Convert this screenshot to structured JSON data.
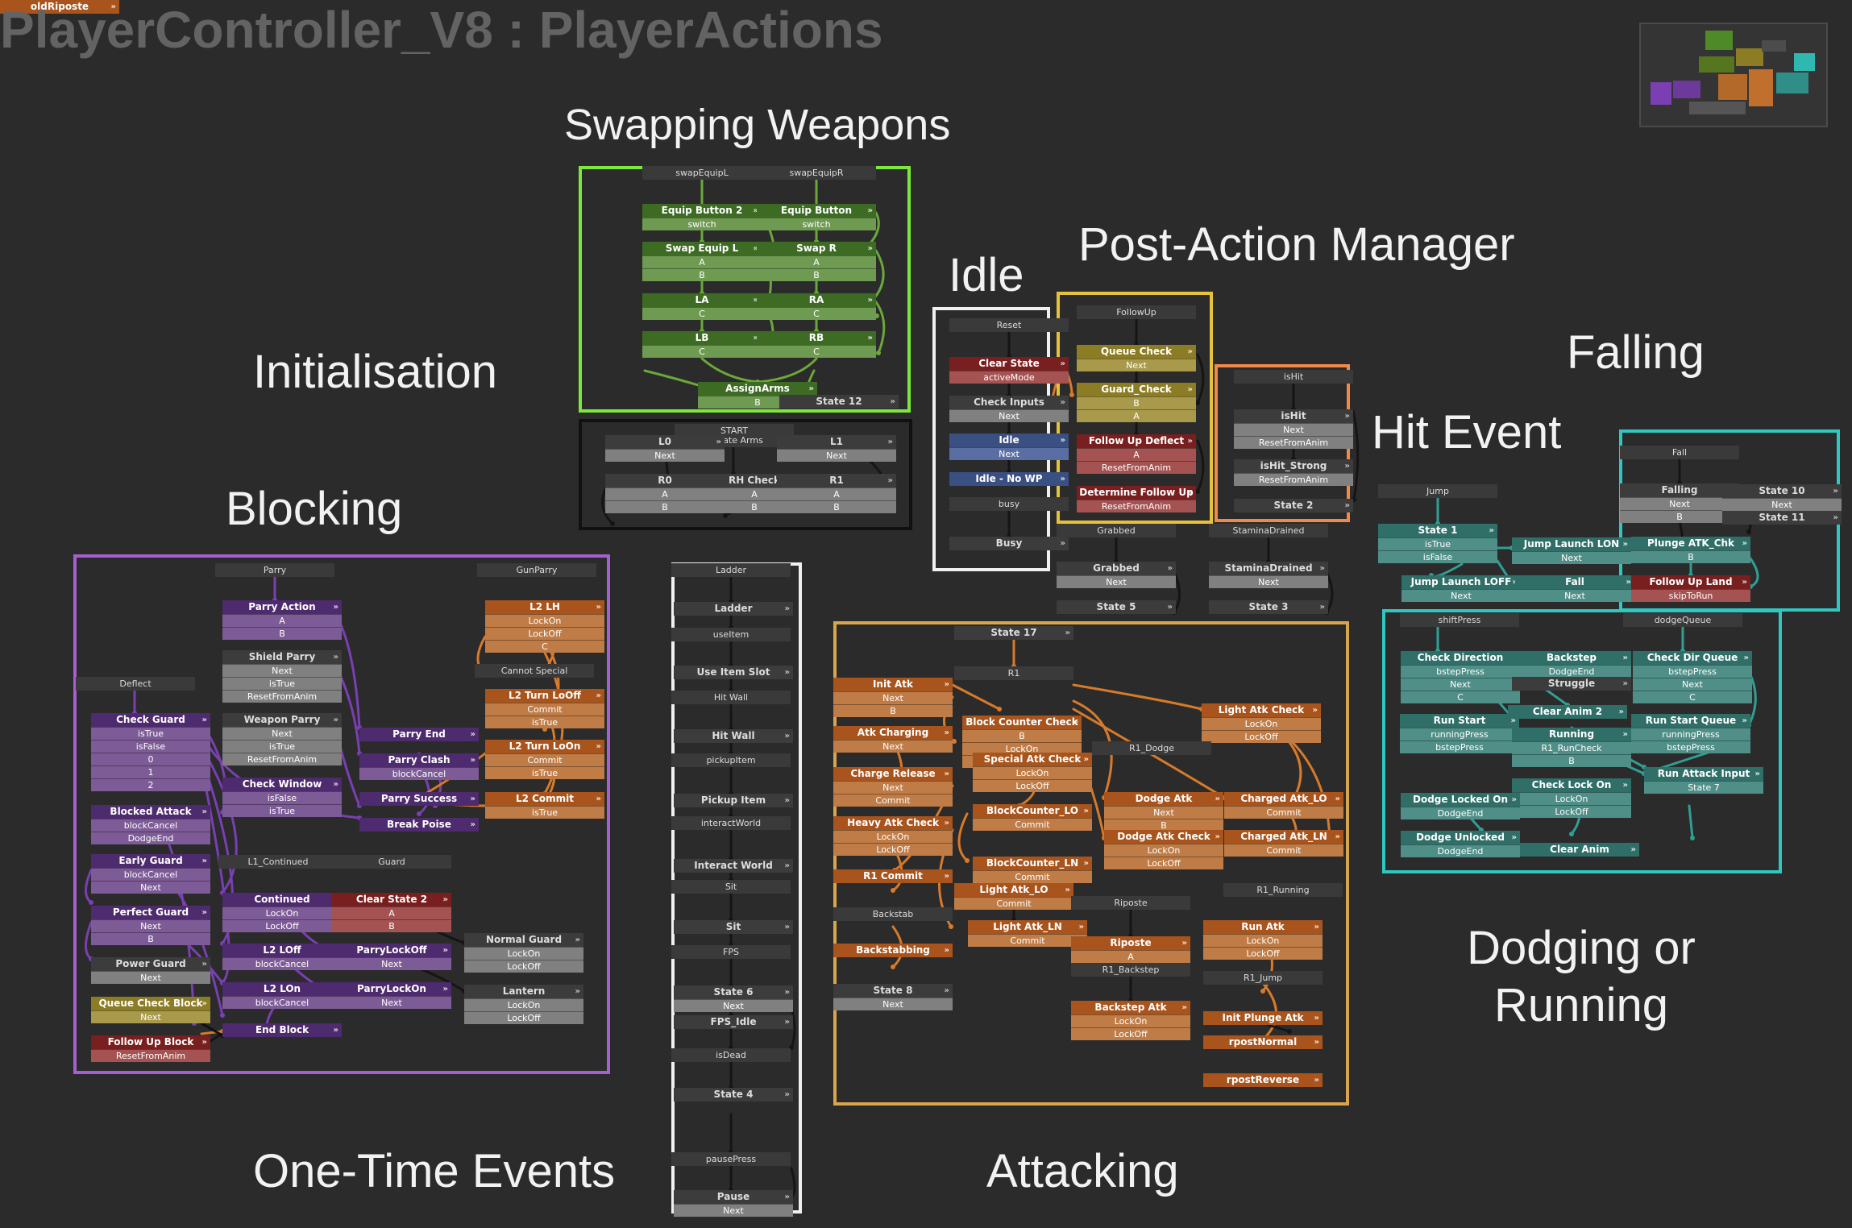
{
  "graph_title": "PlayerController_V8 : PlayerActions",
  "sections": {
    "swapping": "Swapping Weapons",
    "idle": "Idle",
    "post_action": "Post-Action Manager",
    "initialisation": "Initialisation",
    "falling": "Falling",
    "hit_event": "Hit Event",
    "blocking": "Blocking",
    "dodging": "Dodging or Running",
    "one_time": "One-Time Events",
    "attacking": "Attacking"
  },
  "colors": {
    "green": "#7ce83a",
    "yellow": "#e5c23c",
    "orange": "#ef8a4a",
    "purple": "#a65fd1",
    "teal": "#2fc8c1",
    "white": "#f0f0f0",
    "black": "#111111",
    "attack": "#d8a54c",
    "wire_green": "#6aa83a",
    "wire_orange": "#d77a2a",
    "wire_purple": "#7a3fb2",
    "wire_teal": "#2f9f94",
    "wire_black": "#151515"
  },
  "groups": {
    "swapping": {
      "color": "green"
    },
    "init": {
      "color": "black"
    },
    "idle": {
      "color": "white"
    },
    "post": {
      "color": "yellow"
    },
    "hit": {
      "color": "orange"
    },
    "falling": {
      "color": "teal"
    },
    "dodging": {
      "color": "teal"
    },
    "blocking": {
      "color": "purple"
    },
    "one_time": {
      "color": "white"
    },
    "attacking": {
      "color": "attack"
    }
  },
  "nodes": [
    {
      "label": "swapEquipL",
      "rows": [],
      "color": "lab"
    },
    {
      "label": "swapEquipR",
      "rows": [],
      "color": "lab"
    },
    {
      "label": "Equip Button 2",
      "rows": [
        "switch"
      ],
      "color": "ngreen"
    },
    {
      "label": "Equip Button",
      "rows": [
        "switch"
      ],
      "color": "ngreen"
    },
    {
      "label": "Swap Equip L",
      "rows": [
        "A",
        "B"
      ],
      "color": "ngreen"
    },
    {
      "label": "Swap R",
      "rows": [
        "A",
        "B"
      ],
      "color": "ngreen"
    },
    {
      "label": "LA",
      "rows": [
        "C"
      ],
      "color": "ngreen"
    },
    {
      "label": "RA",
      "rows": [
        "C"
      ],
      "color": "ngreen"
    },
    {
      "label": "LB",
      "rows": [
        "C"
      ],
      "color": "ngreen"
    },
    {
      "label": "RB",
      "rows": [
        "C"
      ],
      "color": "ngreen"
    },
    {
      "label": "AssignArms",
      "rows": [
        "B"
      ],
      "color": "ngreen"
    },
    {
      "label": "State 12",
      "rows": [],
      "color": "gray"
    },
    {
      "label": "START",
      "rows": [],
      "color": "lab"
    },
    {
      "label": "Update Arms",
      "rows": [],
      "color": "lab"
    },
    {
      "label": "L0",
      "rows": [
        "Next"
      ],
      "color": "gray"
    },
    {
      "label": "L1",
      "rows": [
        "Next"
      ],
      "color": "gray"
    },
    {
      "label": "R0",
      "rows": [
        "A",
        "B"
      ],
      "color": "gray"
    },
    {
      "label": "RH Check",
      "rows": [
        "A",
        "B"
      ],
      "color": "gray"
    },
    {
      "label": "R1",
      "rows": [
        "A",
        "B"
      ],
      "color": "gray"
    },
    {
      "label": "Reset",
      "rows": [],
      "color": "lab"
    },
    {
      "label": "Clear State",
      "rows": [
        "activeMode"
      ],
      "color": "nred"
    },
    {
      "label": "Check Inputs",
      "rows": [
        "Next"
      ],
      "color": "gray"
    },
    {
      "label": "Idle",
      "rows": [
        "Next"
      ],
      "color": "nblue"
    },
    {
      "label": "Idle - No WP",
      "rows": [],
      "color": "nblue"
    },
    {
      "label": "busy",
      "rows": [],
      "color": "lab"
    },
    {
      "label": "Busy",
      "rows": [],
      "color": "gray"
    },
    {
      "label": "FollowUp",
      "rows": [],
      "color": "lab"
    },
    {
      "label": "Queue Check",
      "rows": [
        "Next"
      ],
      "color": "nyellow"
    },
    {
      "label": "Guard_Check",
      "rows": [
        "B",
        "A"
      ],
      "color": "nyellow"
    },
    {
      "label": "Follow Up Deflect",
      "rows": [
        "A",
        "ResetFromAnim"
      ],
      "color": "nred"
    },
    {
      "label": "Determine Follow Up",
      "rows": [
        "ResetFromAnim"
      ],
      "color": "nred"
    },
    {
      "label": "isHit",
      "rows": [],
      "color": "lab"
    },
    {
      "label": "isHit",
      "rows": [
        "Next",
        "ResetFromAnim"
      ],
      "color": "gray"
    },
    {
      "label": "isHit_Strong",
      "rows": [
        "ResetFromAnim"
      ],
      "color": "gray"
    },
    {
      "label": "State 2",
      "rows": [],
      "color": "gray"
    },
    {
      "label": "Grabbed",
      "rows": [],
      "color": "lab"
    },
    {
      "label": "Grabbed",
      "rows": [
        "Next"
      ],
      "color": "gray"
    },
    {
      "label": "State 5",
      "rows": [],
      "color": "gray"
    },
    {
      "label": "StaminaDrained",
      "rows": [],
      "color": "lab"
    },
    {
      "label": "StaminaDrained",
      "rows": [
        "Next"
      ],
      "color": "gray"
    },
    {
      "label": "State 3",
      "rows": [],
      "color": "gray"
    },
    {
      "label": "Fall",
      "rows": [],
      "color": "lab"
    },
    {
      "label": "Falling",
      "rows": [
        "Next",
        "B"
      ],
      "color": "gray"
    },
    {
      "label": "State 10",
      "rows": [
        "Next"
      ],
      "color": "gray"
    },
    {
      "label": "State 11",
      "rows": [],
      "color": "gray"
    },
    {
      "label": "Jump",
      "rows": [],
      "color": "lab"
    },
    {
      "label": "State 1",
      "rows": [
        "isTrue",
        "isFalse"
      ],
      "color": "nteal"
    },
    {
      "label": "Jump Launch LON",
      "rows": [
        "Next"
      ],
      "color": "nteal"
    },
    {
      "label": "Plunge ATK_Chk",
      "rows": [
        "B"
      ],
      "color": "nteal"
    },
    {
      "label": "Jump Launch LOFF",
      "rows": [
        "Next"
      ],
      "color": "nteal"
    },
    {
      "label": "Fall",
      "rows": [
        "Next"
      ],
      "color": "nteal"
    },
    {
      "label": "Follow Up Land",
      "rows": [
        "skipToRun"
      ],
      "color": "nred"
    },
    {
      "label": "shiftPress",
      "rows": [],
      "color": "lab"
    },
    {
      "label": "dodgeQueue",
      "rows": [],
      "color": "lab"
    },
    {
      "label": "Check Direction",
      "rows": [
        "bstepPress",
        "Next",
        "C"
      ],
      "color": "nteal"
    },
    {
      "label": "Backstep",
      "rows": [
        "DodgeEnd"
      ],
      "color": "nteal"
    },
    {
      "label": "Struggle",
      "rows": [],
      "color": "gray"
    },
    {
      "label": "Check Dir Queue",
      "rows": [
        "bstepPress",
        "Next",
        "C"
      ],
      "color": "nteal"
    },
    {
      "label": "Clear Anim 2",
      "rows": [],
      "color": "nteal"
    },
    {
      "label": "Run Start",
      "rows": [
        "runningPress",
        "bstepPress"
      ],
      "color": "nteal"
    },
    {
      "label": "Running",
      "rows": [
        "R1_RunCheck",
        "B"
      ],
      "color": "nteal"
    },
    {
      "label": "Run Start Queue",
      "rows": [
        "runningPress",
        "bstepPress"
      ],
      "color": "nteal"
    },
    {
      "label": "Run Attack Input",
      "rows": [
        "State 7"
      ],
      "color": "nteal"
    },
    {
      "label": "Check Lock On",
      "rows": [
        "LockOn",
        "LockOff"
      ],
      "color": "nteal"
    },
    {
      "label": "Dodge Locked On",
      "rows": [
        "DodgeEnd"
      ],
      "color": "nteal"
    },
    {
      "label": "Dodge Unlocked",
      "rows": [
        "DodgeEnd"
      ],
      "color": "nteal"
    },
    {
      "label": "Clear Anim",
      "rows": [],
      "color": "nteal"
    },
    {
      "label": "Parry",
      "rows": [],
      "color": "lab"
    },
    {
      "label": "GunParry",
      "rows": [],
      "color": "lab"
    },
    {
      "label": "Parry Action",
      "rows": [
        "A",
        "B"
      ],
      "color": "npurple"
    },
    {
      "label": "L2 LH",
      "rows": [
        "LockOn",
        "LockOff",
        "C"
      ],
      "color": "norange"
    },
    {
      "label": "Shield Parry",
      "rows": [
        "Next",
        "isTrue",
        "ResetFromAnim"
      ],
      "color": "gray"
    },
    {
      "label": "Cannot Special",
      "rows": [],
      "color": "lab"
    },
    {
      "label": "Deflect",
      "rows": [],
      "color": "lab"
    },
    {
      "label": "L2 Turn LoOff",
      "rows": [
        "Commit",
        "isTrue"
      ],
      "color": "norange"
    },
    {
      "label": "Check Guard",
      "rows": [
        "isTrue",
        "isFalse",
        "0",
        "1",
        "2"
      ],
      "color": "npurple"
    },
    {
      "label": "Weapon Parry",
      "rows": [
        "Next",
        "isTrue",
        "ResetFromAnim"
      ],
      "color": "gray"
    },
    {
      "label": "Parry End",
      "rows": [],
      "color": "npurple"
    },
    {
      "label": "L2 Turn LoOn",
      "rows": [
        "Commit",
        "isTrue"
      ],
      "color": "norange"
    },
    {
      "label": "Parry Clash",
      "rows": [
        "blockCancel"
      ],
      "color": "npurple"
    },
    {
      "label": "Check Window",
      "rows": [
        "isFalse",
        "isTrue"
      ],
      "color": "npurple"
    },
    {
      "label": "Parry Success",
      "rows": [],
      "color": "npurple"
    },
    {
      "label": "L2 Commit",
      "rows": [
        "isTrue"
      ],
      "color": "norange"
    },
    {
      "label": "Blocked Attack",
      "rows": [
        "blockCancel",
        "DodgeEnd"
      ],
      "color": "npurple"
    },
    {
      "label": "Break Poise",
      "rows": [],
      "color": "npurple"
    },
    {
      "label": "L1_Continued",
      "rows": [],
      "color": "lab"
    },
    {
      "label": "Guard",
      "rows": [],
      "color": "lab"
    },
    {
      "label": "Early Guard",
      "rows": [
        "blockCancel",
        "Next"
      ],
      "color": "npurple"
    },
    {
      "label": "Continued",
      "rows": [
        "LockOn",
        "LockOff"
      ],
      "color": "npurple"
    },
    {
      "label": "Clear State 2",
      "rows": [
        "A",
        "B"
      ],
      "color": "nred"
    },
    {
      "label": "Perfect Guard",
      "rows": [
        "Next",
        "B"
      ],
      "color": "npurple"
    },
    {
      "label": "Normal Guard",
      "rows": [
        "LockOn",
        "LockOff"
      ],
      "color": "gray"
    },
    {
      "label": "L2 LOff",
      "rows": [
        "blockCancel"
      ],
      "color": "npurple"
    },
    {
      "label": "ParryLockOff",
      "rows": [
        "Next"
      ],
      "color": "npurple"
    },
    {
      "label": "Power Guard",
      "rows": [
        "Next"
      ],
      "color": "gray"
    },
    {
      "label": "Lantern",
      "rows": [
        "LockOn",
        "LockOff"
      ],
      "color": "gray"
    },
    {
      "label": "L2 LOn",
      "rows": [
        "blockCancel"
      ],
      "color": "npurple"
    },
    {
      "label": "ParryLockOn",
      "rows": [
        "Next"
      ],
      "color": "npurple"
    },
    {
      "label": "Queue Check Block",
      "rows": [
        "Next"
      ],
      "color": "nyellow"
    },
    {
      "label": "End Block",
      "rows": [],
      "color": "npurple"
    },
    {
      "label": "Follow Up Block",
      "rows": [
        "ResetFromAnim"
      ],
      "color": "nred"
    },
    {
      "label": "Ladder",
      "rows": [],
      "color": "lab"
    },
    {
      "label": "Ladder",
      "rows": [],
      "color": "gray"
    },
    {
      "label": "useItem",
      "rows": [],
      "color": "lab"
    },
    {
      "label": "Use Item Slot",
      "rows": [],
      "color": "gray"
    },
    {
      "label": "Hit Wall",
      "rows": [],
      "color": "lab"
    },
    {
      "label": "Hit Wall",
      "rows": [],
      "color": "gray"
    },
    {
      "label": "pickupItem",
      "rows": [],
      "color": "lab"
    },
    {
      "label": "Pickup Item",
      "rows": [],
      "color": "gray"
    },
    {
      "label": "interactWorld",
      "rows": [],
      "color": "lab"
    },
    {
      "label": "Interact World",
      "rows": [],
      "color": "gray"
    },
    {
      "label": "Sit",
      "rows": [],
      "color": "lab"
    },
    {
      "label": "Sit",
      "rows": [],
      "color": "gray"
    },
    {
      "label": "FPS",
      "rows": [],
      "color": "lab"
    },
    {
      "label": "State 6",
      "rows": [
        "Next"
      ],
      "color": "gray"
    },
    {
      "label": "FPS_Idle",
      "rows": [],
      "color": "gray"
    },
    {
      "label": "isDead",
      "rows": [],
      "color": "lab"
    },
    {
      "label": "State 4",
      "rows": [],
      "color": "gray"
    },
    {
      "label": "pausePress",
      "rows": [],
      "color": "lab"
    },
    {
      "label": "Pause",
      "rows": [
        "Next"
      ],
      "color": "gray"
    },
    {
      "label": "State 17",
      "rows": [],
      "color": "gray"
    },
    {
      "label": "R1",
      "rows": [],
      "color": "lab"
    },
    {
      "label": "Init Atk",
      "rows": [
        "Next",
        "B"
      ],
      "color": "norange"
    },
    {
      "label": "Light Atk Check",
      "rows": [
        "LockOn",
        "LockOff"
      ],
      "color": "norange"
    },
    {
      "label": "Block Counter Check",
      "rows": [
        "B",
        "LockOn",
        "LockOff"
      ],
      "color": "norange"
    },
    {
      "label": "Atk Charging",
      "rows": [
        "Next"
      ],
      "color": "norange"
    },
    {
      "label": "R1_Dodge",
      "rows": [],
      "color": "lab"
    },
    {
      "label": "Special Atk Check",
      "rows": [
        "LockOn",
        "LockOff"
      ],
      "color": "norange"
    },
    {
      "label": "Charge Release",
      "rows": [
        "Next",
        "Commit"
      ],
      "color": "norange"
    },
    {
      "label": "Dodge Atk",
      "rows": [
        "Next",
        "B"
      ],
      "color": "norange"
    },
    {
      "label": "Charged Atk_LO",
      "rows": [
        "Commit"
      ],
      "color": "norange"
    },
    {
      "label": "BlockCounter_LO",
      "rows": [
        "Commit"
      ],
      "color": "norange"
    },
    {
      "label": "Heavy Atk Check",
      "rows": [
        "LockOn",
        "LockOff"
      ],
      "color": "norange"
    },
    {
      "label": "Dodge Atk Check",
      "rows": [
        "LockOn",
        "LockOff"
      ],
      "color": "norange"
    },
    {
      "label": "Charged Atk_LN",
      "rows": [
        "Commit"
      ],
      "color": "norange"
    },
    {
      "label": "BlockCounter_LN",
      "rows": [
        "Commit"
      ],
      "color": "norange"
    },
    {
      "label": "R1 Commit",
      "rows": [],
      "color": "norange"
    },
    {
      "label": "Light Atk_LO",
      "rows": [
        "Commit"
      ],
      "color": "norange"
    },
    {
      "label": "R1_Running",
      "rows": [],
      "color": "lab"
    },
    {
      "label": "Riposte",
      "rows": [],
      "color": "lab"
    },
    {
      "label": "Backstab",
      "rows": [],
      "color": "lab"
    },
    {
      "label": "Light Atk_LN",
      "rows": [
        "Commit"
      ],
      "color": "norange"
    },
    {
      "label": "Run Atk",
      "rows": [
        "LockOn",
        "LockOff"
      ],
      "color": "norange"
    },
    {
      "label": "Riposte",
      "rows": [
        "A",
        "B"
      ],
      "color": "norange"
    },
    {
      "label": "Backstabbing",
      "rows": [],
      "color": "norange"
    },
    {
      "label": "R1_Backstep",
      "rows": [],
      "color": "lab"
    },
    {
      "label": "R1_Jump",
      "rows": [],
      "color": "lab"
    },
    {
      "label": "State 8",
      "rows": [
        "Next"
      ],
      "color": "gray"
    },
    {
      "label": "Backstep Atk",
      "rows": [
        "LockOn",
        "LockOff"
      ],
      "color": "norange"
    },
    {
      "label": "Init Plunge Atk",
      "rows": [],
      "color": "norange"
    },
    {
      "label": "rpostNormal",
      "rows": [],
      "color": "norange"
    },
    {
      "label": "rpostReverse",
      "rows": [],
      "color": "norange"
    },
    {
      "label": "oldRiposte",
      "rows": [],
      "color": "norange"
    }
  ]
}
